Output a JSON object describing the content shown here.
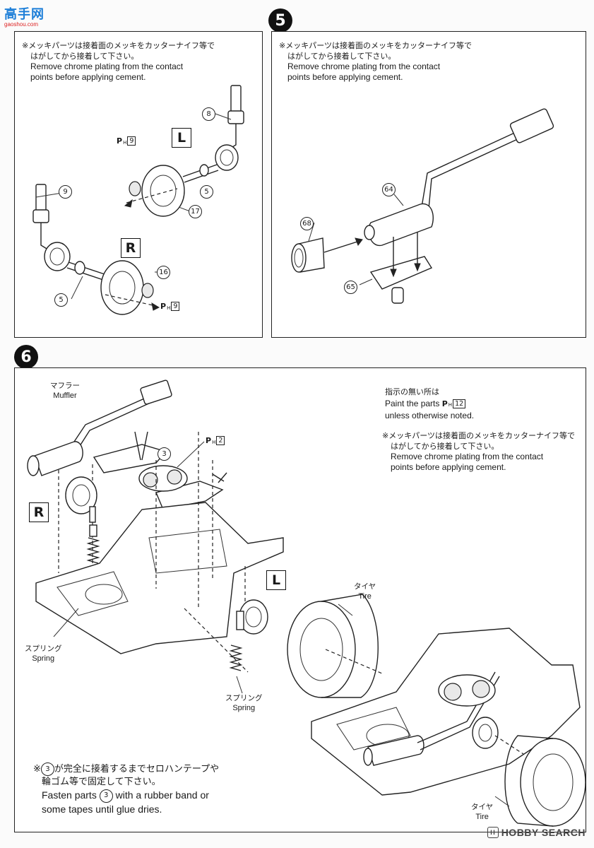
{
  "watermark": {
    "site_name": "高手网",
    "site_url": "gaoshou.com"
  },
  "footer_brand": {
    "mark": "H",
    "text": "HOBBY SEARCH"
  },
  "step4": {
    "note_jp_1": "※メッキパーツは接着面のメッキをカッターナイフ等で",
    "note_jp_2": "はがしてから接着して下さい。",
    "note_en_1": "Remove chrome plating from the contact",
    "note_en_2": "points before applying cement.",
    "label_l": "L",
    "label_r": "R",
    "parts": {
      "p8": "8",
      "p9": "9",
      "p5a": "5",
      "p5b": "5",
      "p16": "16",
      "p17": "17"
    },
    "paint_a": {
      "p": "P",
      "h": "H",
      "n": "9"
    },
    "paint_b": {
      "p": "P",
      "h": "H",
      "n": "9"
    }
  },
  "step5": {
    "number": "5",
    "note_jp_1": "※メッキパーツは接着面のメッキをカッターナイフ等で",
    "note_jp_2": "はがしてから接着して下さい。",
    "note_en_1": "Remove chrome plating from the contact",
    "note_en_2": "points before applying cement.",
    "parts": {
      "p64": "64",
      "p65": "65",
      "p68": "68"
    }
  },
  "step6": {
    "number": "6",
    "muffler_jp": "マフラー",
    "muffler_en": "Muffler",
    "paint_note_jp": "指示の無い所は",
    "paint_note_en_1": "Paint the parts",
    "paint_note_en_2": "unless otherwise noted.",
    "paint_note_code": {
      "p": "P",
      "h": "H",
      "n": "12"
    },
    "chrome_jp_1": "※メッキパーツは接着面のメッキをカッターナイフ等で",
    "chrome_jp_2": "はがしてから接着して下さい。",
    "chrome_en_1": "Remove chrome plating from the contact",
    "chrome_en_2": "points before applying cement.",
    "part3": "3",
    "paint_top": {
      "p": "P",
      "h": "H",
      "n": "2"
    },
    "label_r": "R",
    "label_l": "L",
    "spring_jp": "スプリング",
    "spring_en": "Spring",
    "tire_jp": "タイヤ",
    "tire_en": "Tire",
    "fasten_jp_1a": "※",
    "fasten_jp_1b": "が完全に接着するまでセロハンテープや",
    "fasten_jp_2": "輪ゴム等で固定して下さい。",
    "fasten_en_1a": "Fasten parts",
    "fasten_en_1b": "with a rubber band or",
    "fasten_en_2": "some tapes until glue dries."
  }
}
